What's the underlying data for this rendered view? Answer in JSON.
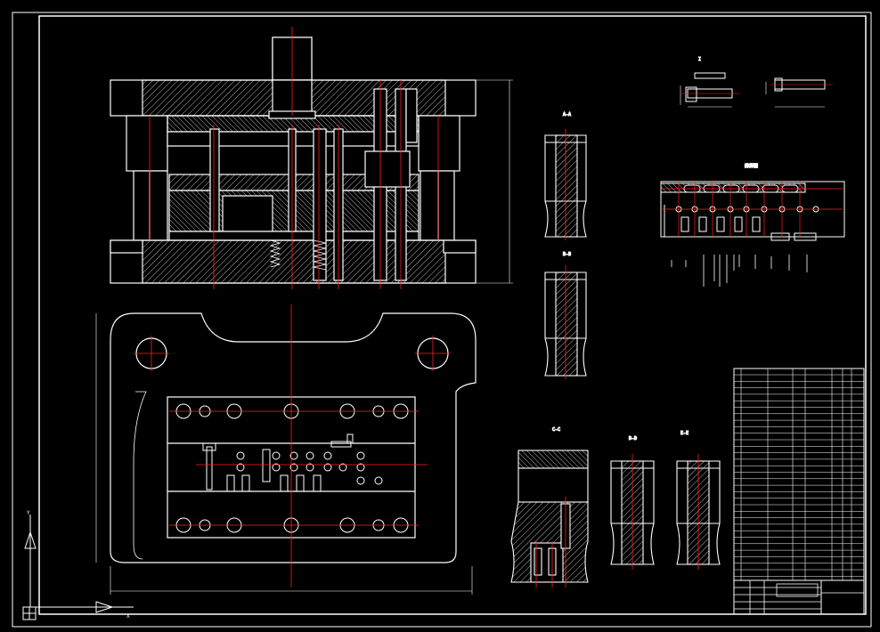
{
  "theme": {
    "background": "#000000",
    "outline": "#ffffff",
    "centerline": "#ff2020"
  },
  "views": {
    "view_a_label": "A-A",
    "view_b_label": "B-B",
    "view_c_label": "C-C",
    "view_d_label": "D-D",
    "view_e_label": "E-E",
    "detail_label": "I",
    "strip_label": "排样图"
  },
  "ucs": {
    "y_axis": "Y",
    "x_axis": "X"
  }
}
